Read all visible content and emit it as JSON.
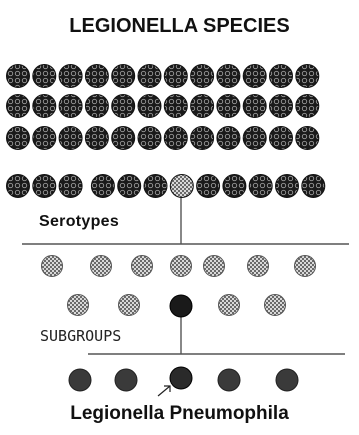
{
  "title": "LEGIONELLA SPECIES",
  "labels": {
    "serotypes": "Serotypes",
    "subgroups": "SUBGROUPS",
    "bottom": "Legionella Pneumophila"
  },
  "colors": {
    "dark_cell": "#1a1a1a",
    "patterned_cell": "#bdbdbd",
    "subgroup_cell": "#3a3a3a",
    "line": "#555555"
  }
}
